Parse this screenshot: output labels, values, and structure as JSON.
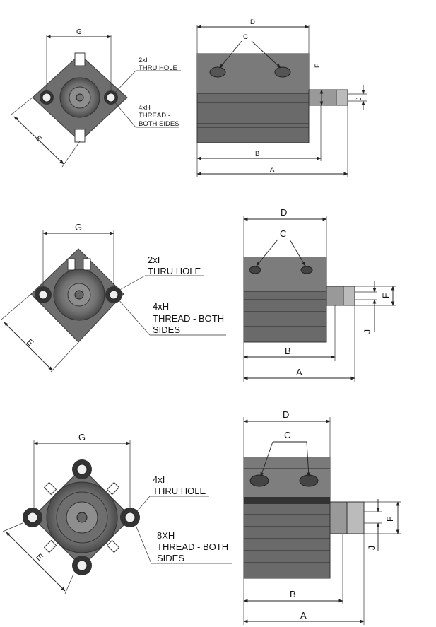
{
  "figures": [
    {
      "id": "small",
      "front": {
        "g": "G",
        "e": "E",
        "note1": "2xI",
        "note1b": "THRU HOLE",
        "note2": "4xH",
        "note2b": "THREAD -",
        "note2c": "BOTH SIDES"
      },
      "side": {
        "d": "D",
        "c": "C",
        "f": "F",
        "j": "J",
        "b": "B",
        "a": "A"
      }
    },
    {
      "id": "medium",
      "front": {
        "g": "G",
        "e": "E",
        "note1": "2xI",
        "note1b": "THRU HOLE",
        "note2": "4xH",
        "note2b": "THREAD - BOTH",
        "note2c": "SIDES"
      },
      "side": {
        "d": "D",
        "c": "C",
        "f": "F",
        "j": "J",
        "b": "B",
        "a": "A"
      }
    },
    {
      "id": "large",
      "front": {
        "g": "G",
        "e": "E",
        "note1": "4xI",
        "note1b": "THRU HOLE",
        "note2": "8XH",
        "note2b": "THREAD - BOTH",
        "note2c": "SIDES"
      },
      "side": {
        "d": "D",
        "c": "C",
        "f": "F",
        "j": "J",
        "b": "B",
        "a": "A"
      }
    }
  ]
}
